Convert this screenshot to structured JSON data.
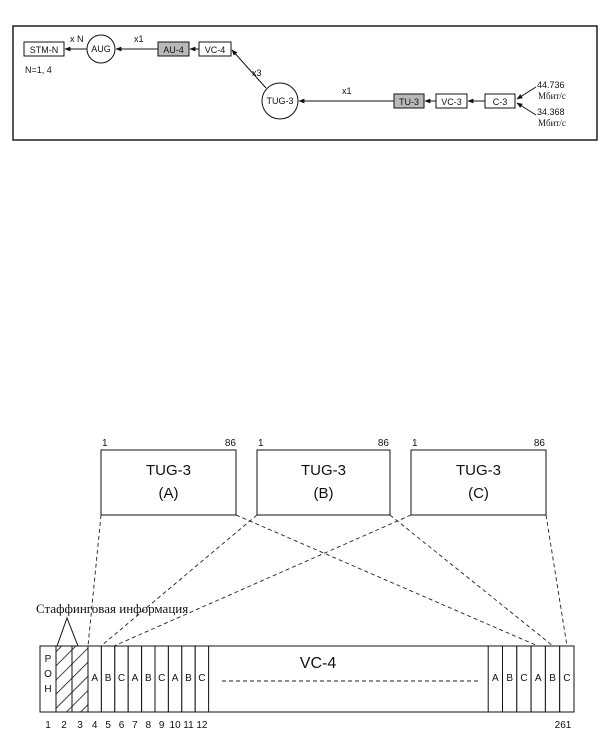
{
  "top": {
    "boxes": {
      "stm": "STM-N",
      "aug": "AUG",
      "au4": "AU-4",
      "vc4": "VC-4",
      "tug3": "TUG-3",
      "tu3": "TU-3",
      "vc3": "VC-3",
      "c3": "C-3"
    },
    "multipliers": {
      "xn": "x N",
      "x1_aug": "x1",
      "x3": "x3",
      "x1_tug": "x1"
    },
    "n_note": "N=1, 4",
    "rates": {
      "r1": "44.736",
      "r1_unit": "Мбит/с",
      "r2": "34.368",
      "r2_unit": "Мбит/с"
    }
  },
  "bottom": {
    "tugs": [
      {
        "title": "TUG-3",
        "sub": "(A)",
        "start": "1",
        "end": "86"
      },
      {
        "title": "TUG-3",
        "sub": "(B)",
        "start": "1",
        "end": "86"
      },
      {
        "title": "TUG-3",
        "sub": "(C)",
        "start": "1",
        "end": "86"
      }
    ],
    "stuffing_label": "Стаффинговая информация",
    "poh": [
      "P",
      "O",
      "H"
    ],
    "vc4_label": "VC-4",
    "left_cols": [
      "A",
      "B",
      "C",
      "A",
      "B",
      "C",
      "A",
      "B",
      "C"
    ],
    "right_cols": [
      "A",
      "B",
      "C",
      "A",
      "B",
      "C"
    ],
    "col_numbers": [
      "1",
      "2",
      "3",
      "4",
      "5",
      "6",
      "7",
      "8",
      "9",
      "10",
      "11",
      "12"
    ],
    "last_col_number": "261"
  }
}
